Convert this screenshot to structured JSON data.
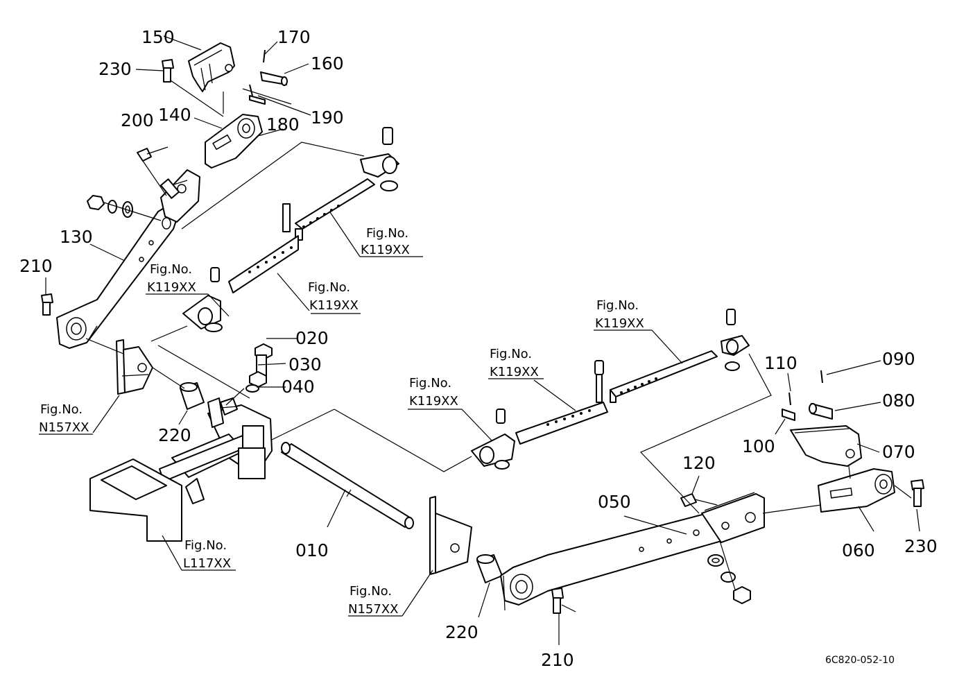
{
  "callouts": {
    "p010": "010",
    "p020": "020",
    "p030": "030",
    "p040": "040",
    "p050": "050",
    "p060": "060",
    "p070": "070",
    "p080": "080",
    "p090": "090",
    "p100": "100",
    "p110": "110",
    "p120": "120",
    "p130": "130",
    "p140": "140",
    "p150": "150",
    "p160": "160",
    "p170": "170",
    "p180": "180",
    "p190": "190",
    "p200": "200",
    "p210_left": "210",
    "p210_right": "210",
    "p220_left": "220",
    "p220_right": "220",
    "p230_left": "230",
    "p230_right": "230"
  },
  "figure_refs": {
    "fig_label": "Fig.No.",
    "k119_a": "K119XX",
    "k119_b": "K119XX",
    "k119_c": "K119XX",
    "k119_d": "K119XX",
    "k119_e": "K119XX",
    "k119_f": "K119XX",
    "n157_left": "N157XX",
    "n157_right": "N157XX",
    "l117": "L117XX"
  },
  "drawing_code": "6C820-052-10"
}
